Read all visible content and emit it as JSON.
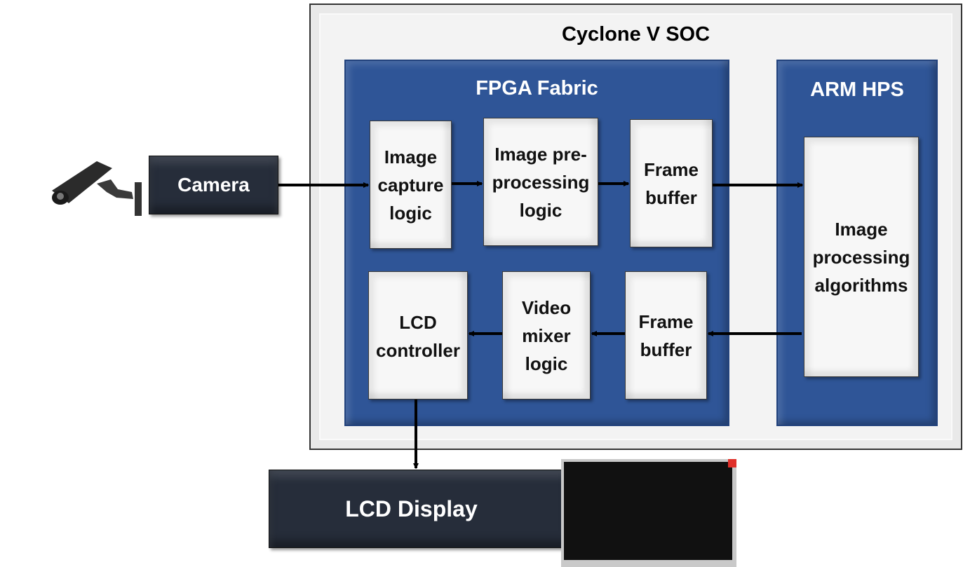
{
  "soc": {
    "title": "Cyclone V SOC"
  },
  "fpga": {
    "title": "FPGA Fabric",
    "blocks": {
      "image_capture": "Image capture logic",
      "preprocessing": "Image pre-processing logic",
      "frame_buffer_in": "Frame buffer",
      "lcd_controller": "LCD controller",
      "video_mixer": "Video mixer logic",
      "frame_buffer_out": "Frame buffer"
    }
  },
  "hps": {
    "title": "ARM HPS",
    "blocks": {
      "image_processing": "Image processing algorithms"
    }
  },
  "external": {
    "camera": "Camera",
    "lcd_display": "LCD Display"
  },
  "colors": {
    "fpga": "#2f5597",
    "external": "#262d3a"
  }
}
